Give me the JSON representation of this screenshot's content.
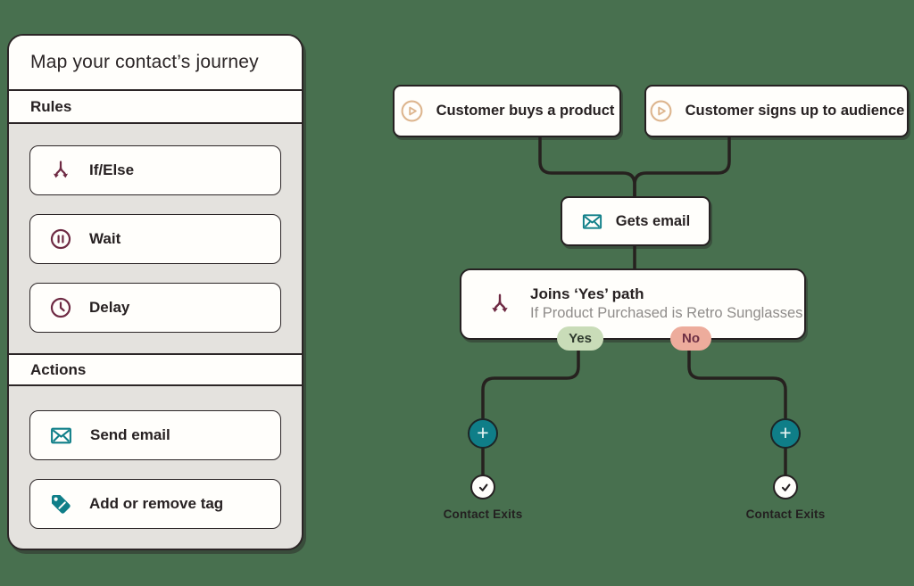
{
  "colors": {
    "background": "#48704F",
    "panel_gray": "#e4e2de",
    "card_white": "#fffefb",
    "ink": "#2b2526",
    "wire": "#26211f",
    "maroon": "#6E2A43",
    "teal": "#0F7E88",
    "tan": "#DDB58E",
    "yes_pill_bg": "#C9DCB8",
    "no_pill_bg": "#EDAC9C",
    "subtitle_gray": "#8F8C8A"
  },
  "sidebar": {
    "title": "Map your contact’s journey",
    "sections": [
      {
        "label": "Rules",
        "items": [
          {
            "label": "If/Else",
            "icon": "branch-icon"
          },
          {
            "label": "Wait",
            "icon": "pause-icon"
          },
          {
            "label": "Delay",
            "icon": "clock-icon"
          }
        ]
      },
      {
        "label": "Actions",
        "items": [
          {
            "label": "Send email",
            "icon": "envelope-icon"
          },
          {
            "label": "Add or remove tag",
            "icon": "tag-icon"
          }
        ]
      }
    ]
  },
  "canvas": {
    "triggers": [
      {
        "label": "Customer buys a product",
        "icon": "play-icon"
      },
      {
        "label": "Customer signs up to audience",
        "icon": "play-icon"
      }
    ],
    "email_node": {
      "label": "Gets email",
      "icon": "envelope-icon"
    },
    "condition_node": {
      "title": "Joins ‘Yes’ path",
      "subtitle": "If Product Purchased is Retro Sunglasses",
      "icon": "branch-icon",
      "yes_label": "Yes",
      "no_label": "No"
    },
    "add_buttons": [
      {
        "label": "+"
      },
      {
        "label": "+"
      }
    ],
    "exits": [
      {
        "label": "Contact Exits",
        "icon": "check-icon"
      },
      {
        "label": "Contact Exits",
        "icon": "check-icon"
      }
    ]
  }
}
